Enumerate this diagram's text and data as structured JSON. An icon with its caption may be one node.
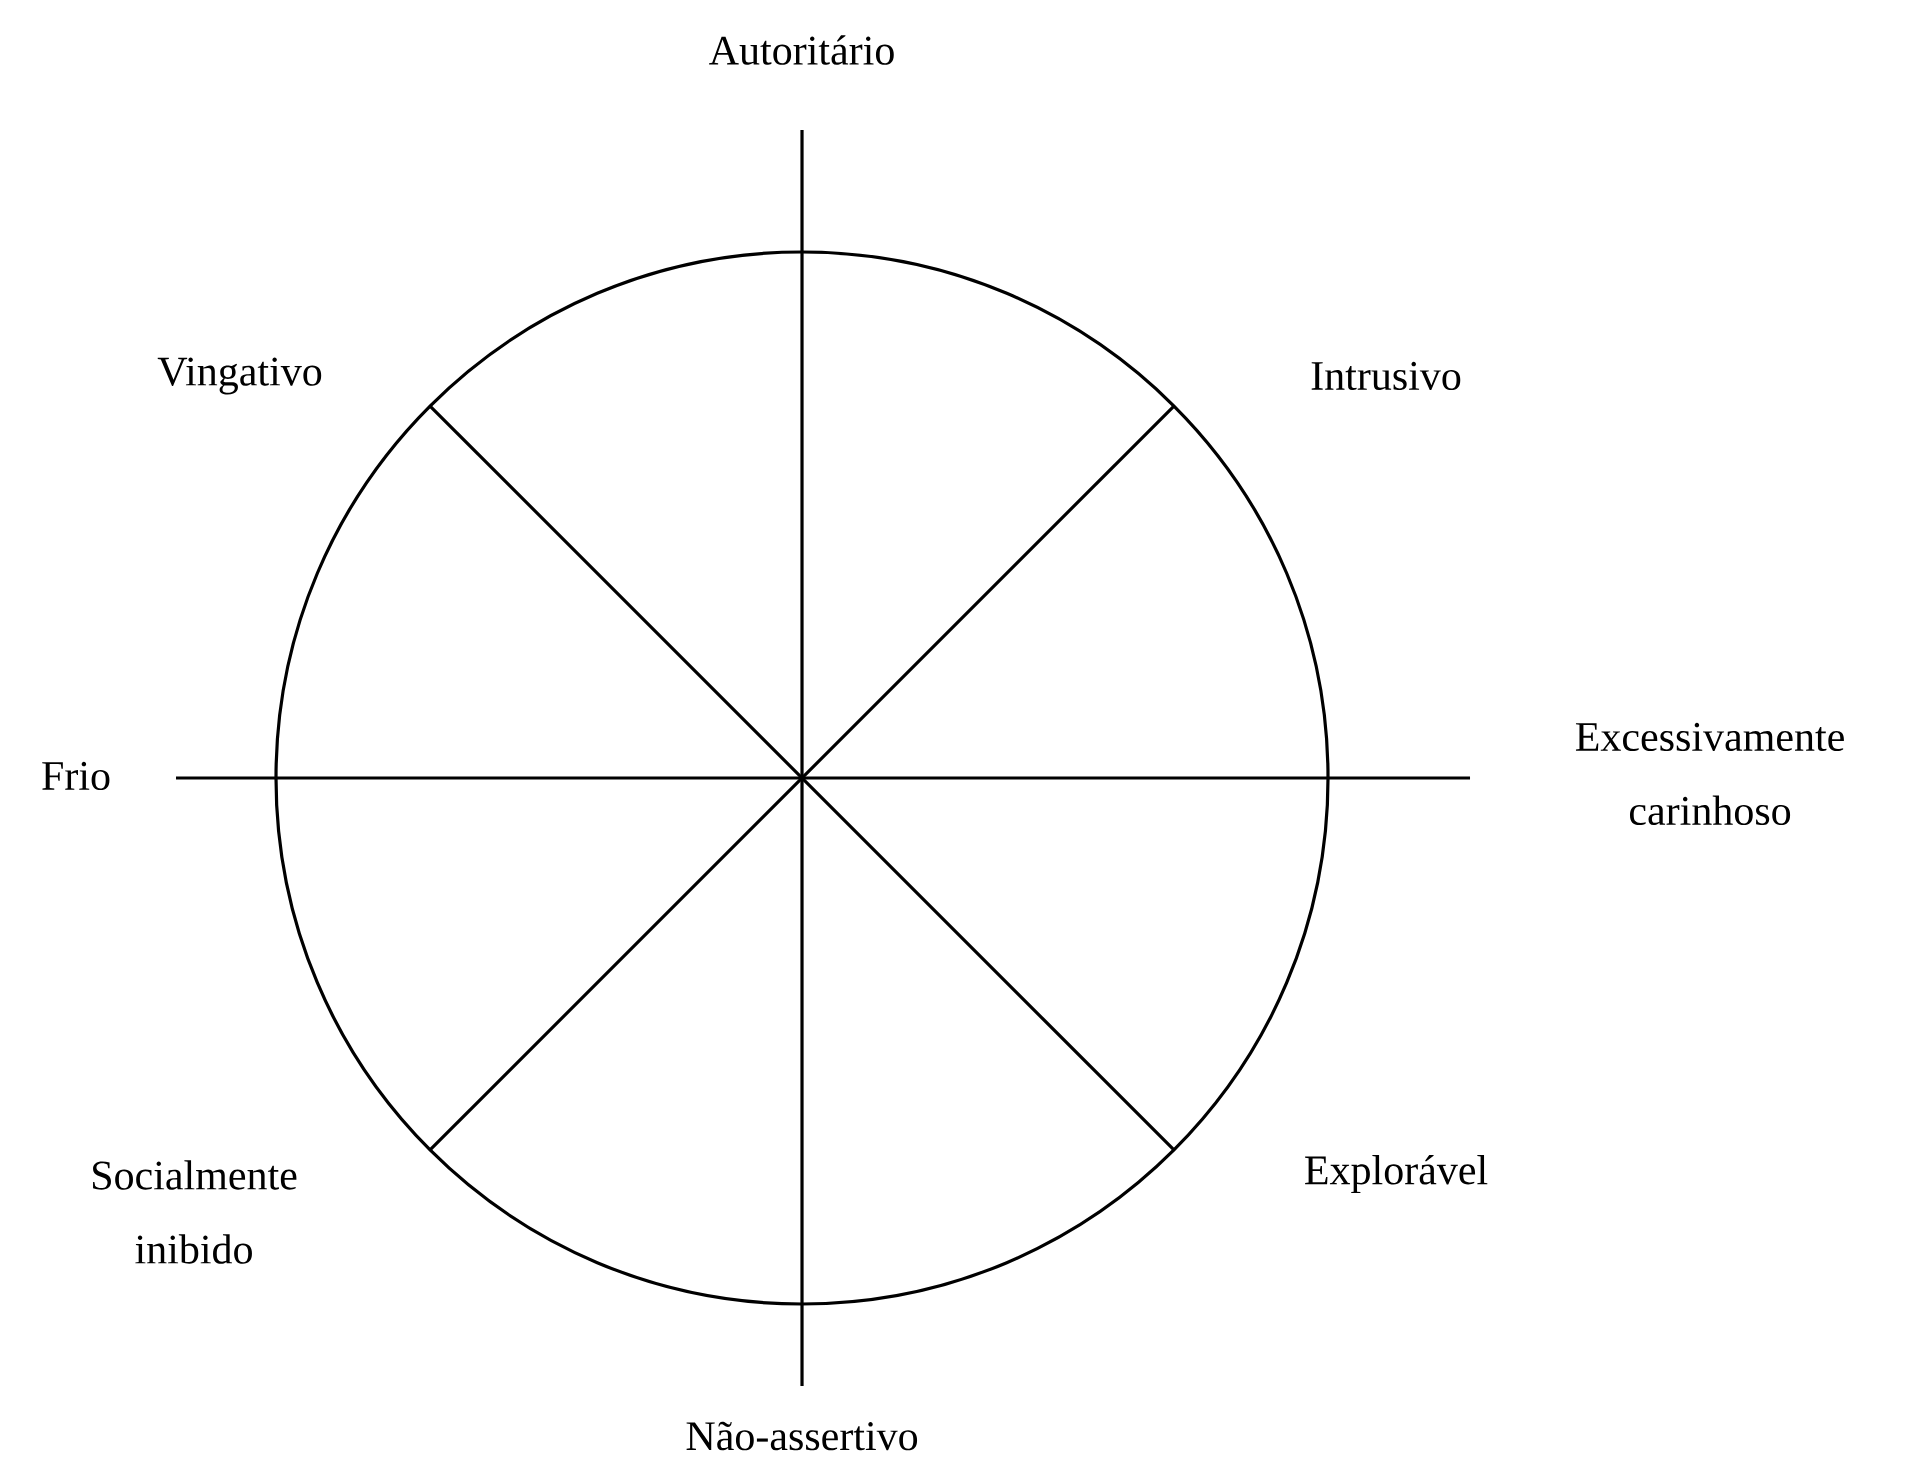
{
  "diagram": {
    "labels": [
      "Autoritário",
      "Vingativo",
      "Intrusivo",
      "Frio",
      "Excessivamente carinhoso",
      "Explorável",
      "Socialmente inibido",
      "Não-assertivo"
    ]
  }
}
